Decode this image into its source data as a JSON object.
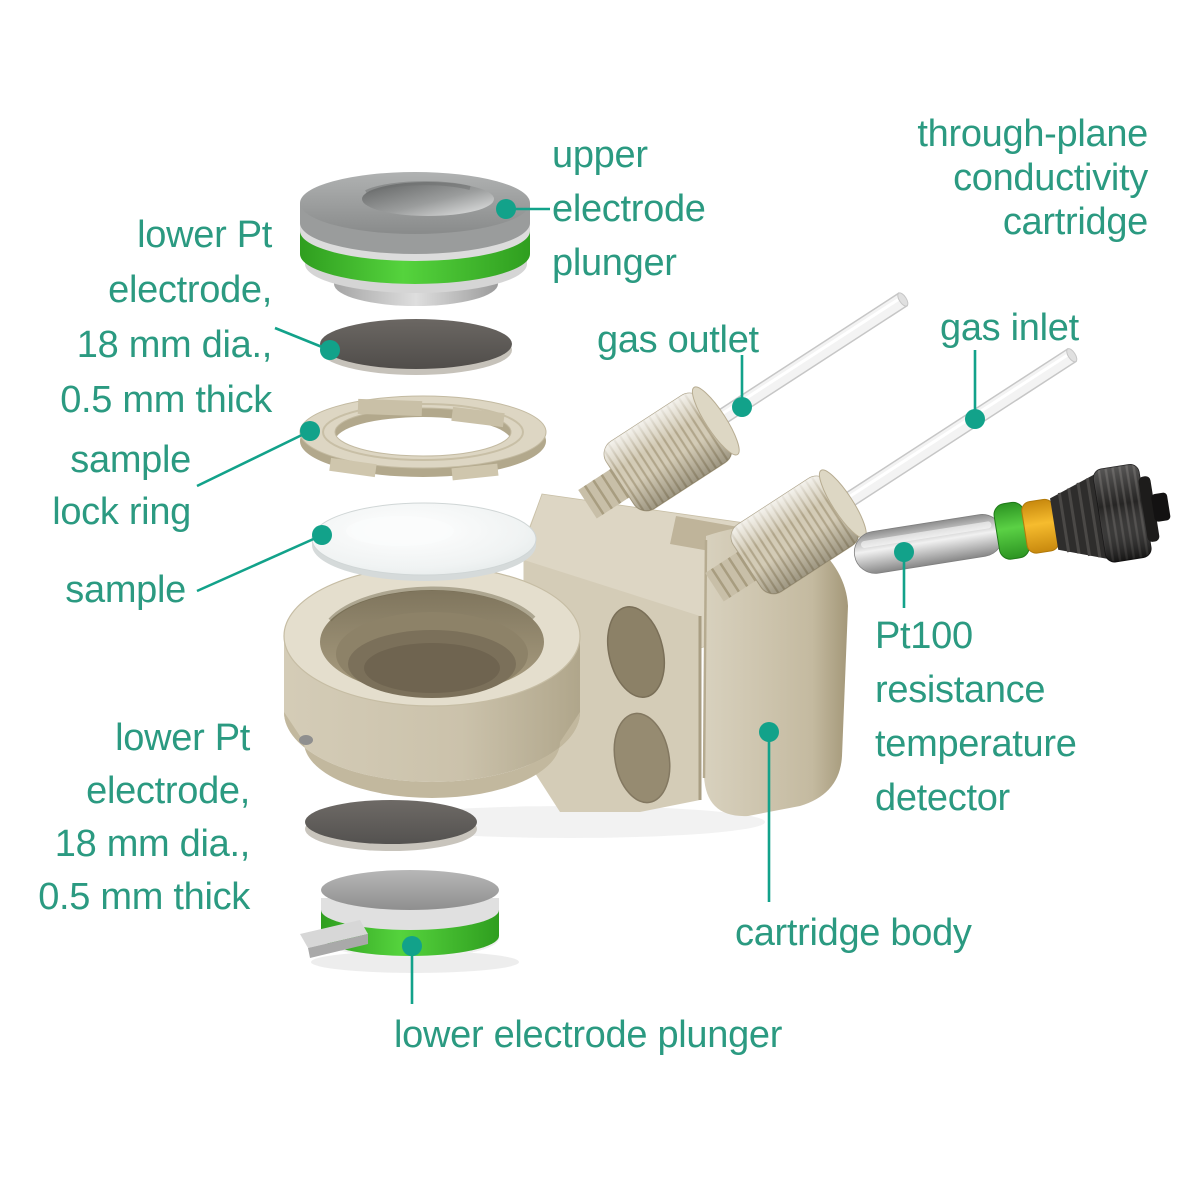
{
  "figure_title": "through-plane conductivity cartridge",
  "colors": {
    "label_green": "#2B9A81",
    "leader_green": "#12A28A",
    "band_green": "#3FBB2E",
    "body_beige": "#D6CEBA",
    "ring_yellow": "#EFAF1F",
    "probe_black": "#262524",
    "metal_gray": "#9C9C9C",
    "electrode_dark_gray": "#5C5855",
    "background": "#FFFFFF"
  },
  "labels": {
    "upper_electrode_plunger": {
      "lines": [
        "upper",
        "electrode",
        "plunger"
      ]
    },
    "through_plane_conductivity_cartridge": {
      "lines": [
        "through-plane",
        "conductivity",
        "cartridge"
      ]
    },
    "pt_electrode_top": {
      "lines": [
        "lower Pt",
        "electrode,",
        "18 mm dia.,",
        "0.5 mm thick"
      ]
    },
    "sample_lock_ring": {
      "lines": [
        "sample",
        "lock ring"
      ]
    },
    "sample": {
      "lines": [
        "sample"
      ]
    },
    "gas_outlet": {
      "lines": [
        "gas outlet"
      ]
    },
    "gas_inlet": {
      "lines": [
        "gas inlet"
      ]
    },
    "pt100_rtd": {
      "lines": [
        "Pt100",
        "resistance",
        "temperature",
        "detector"
      ]
    },
    "cartridge_body": {
      "lines": [
        "cartridge body"
      ]
    },
    "pt_electrode_bottom": {
      "lines": [
        "lower Pt",
        "electrode,",
        "18 mm dia.,",
        "0.5 mm thick"
      ]
    },
    "lower_electrode_plunger": {
      "lines": [
        "lower electrode plunger"
      ]
    }
  }
}
